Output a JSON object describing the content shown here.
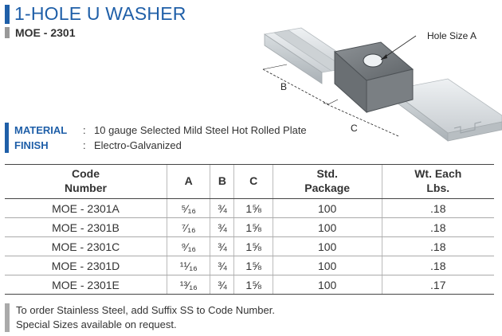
{
  "title": "1-HOLE U WASHER",
  "subtitle": "MOE - 2301",
  "diagram": {
    "label_hole": "Hole Size A",
    "label_b": "B",
    "label_c": "C"
  },
  "specs": [
    {
      "label": "MATERIAL",
      "colon": ":",
      "value": "10 gauge Selected Mild Steel Hot Rolled Plate"
    },
    {
      "label": "FINISH",
      "colon": ":",
      "value": "Electro-Galvanized"
    }
  ],
  "table": {
    "headers": [
      {
        "line1": "Code",
        "line2": "Number"
      },
      {
        "line1": "A",
        "line2": ""
      },
      {
        "line1": "B",
        "line2": ""
      },
      {
        "line1": "C",
        "line2": ""
      },
      {
        "line1": "Std.",
        "line2": "Package"
      },
      {
        "line1": "Wt. Each",
        "line2": "Lbs."
      }
    ],
    "rows": [
      {
        "code": "MOE - 2301A",
        "a": "⁵⁄₁₆",
        "b": "¾",
        "c": "1⅝",
        "pkg": "100",
        "wt": ".18"
      },
      {
        "code": "MOE - 2301B",
        "a": "⁷⁄₁₆",
        "b": "¾",
        "c": "1⅝",
        "pkg": "100",
        "wt": ".18"
      },
      {
        "code": "MOE - 2301C",
        "a": "⁹⁄₁₆",
        "b": "¾",
        "c": "1⅝",
        "pkg": "100",
        "wt": ".18"
      },
      {
        "code": "MOE - 2301D",
        "a": "¹¹⁄₁₆",
        "b": "¾",
        "c": "1⅝",
        "pkg": "100",
        "wt": ".18"
      },
      {
        "code": "MOE - 2301E",
        "a": "¹³⁄₁₆",
        "b": "¾",
        "c": "1⅝",
        "pkg": "100",
        "wt": ".17"
      }
    ]
  },
  "notes": [
    "To order Stainless Steel, add Suffix SS to Code Number.",
    "Special Sizes available on request."
  ],
  "colors": {
    "accent": "#1f5fa8",
    "grey_bar": "#999999"
  }
}
